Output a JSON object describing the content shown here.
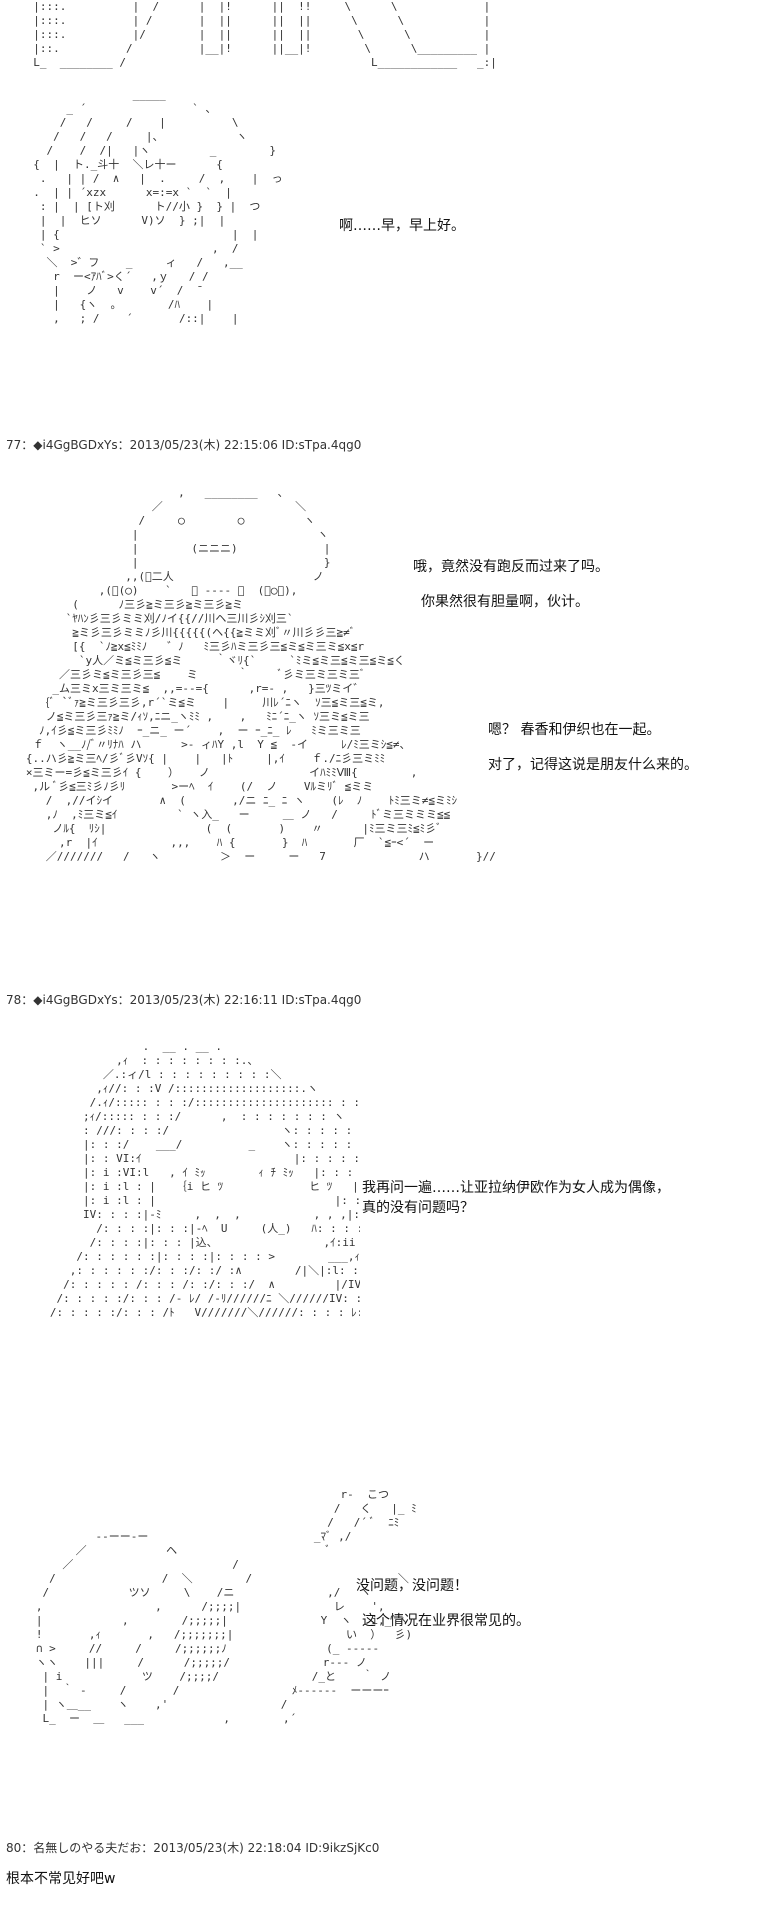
{
  "posts": [
    {
      "id": "top",
      "art": "  |:::.          |  /      |  |!      ||  !!     \\      \\             |\n  |:::.          | /       |  ||      ||  ||      \\      \\            |\n  |:::.          |/        |  ||      ||  ||       \\      \\           |\n  |::.          /          |__|!      ||__|!        \\      \\_________ |\n  L_  ________ /                                     L____________   _:|",
      "lines": []
    },
    {
      "id": "p1",
      "art": "                 _____\n       _ ´                ` 、\n      /   /     /    |          \\\n     /   /   /     |、           ヽ\n    /    /  /|   |ヽ         _        }\n  {  |  ト._斗十  ＼レ十ー      {\n   .   | | /  ∧   |  .     /  ,    |  っ\n  .  | | ´xzx      x=:=x `  `  |\n   : |  | [ト刈      ト//小 }  } |  つ\n   |  |  ヒソ      V)ソ  } ;|  |\n   | {                          |  |\n   ` >                       ,  /\n    ＼  >゛フ    _     ィ   /   ,__\n     r  ー<ｱﾊﾞ>く´   ,ｙ   / /\n     |    ノ   v    v´  /  ̄\n     |   {ヽ  。       /ﾊ    |\n     ,   ; /    ´       /::|    |",
      "lines": [
        "啊……早，早上好。"
      ]
    },
    {
      "id": "p2",
      "header": "77：◆i4GgBGDxYs：2013/05/23(木) 22:15:06 ID:sTpa.4qg0",
      "art": "                          ,   ________   、\n                      ／                    ＼\n                    /     ◯        ◯         ヽ\n                   |                           ヽ\n                   |        (ニニニ)             |\n                   |                            }\n                  ,,(ﾞ二人                     ノ\n              ,(ﾞ(◯)    `   ー ---- ー  (ﾞ◯ﾞ),\n          (      ﾉ三彡≧ミ三彡≧ミ三彡≧ミ\n         `ﾔﾊﾝ彡三彡ミミ刈/ﾉイ{{//川ヘ三川彡ｼ刈三`\n          ≧ミ彡三彡ミミﾉ彡川{{{{{(ヘ{{≧ミミ刈ﾞ〃川彡彡三≧≠ﾞ\n          [{  `ﾉ≧x≦ﾐﾐﾉ   ゛ﾉ   ﾐ三彡ﾊミ三彡三≦ミ≦ミ三ミ≦x≦r\n           `y人／ミ≦ミ三彡≦ミ     ｀ヾﾘ{`     `ﾐミ≦ミ三≦ミ三≦ミ≦く\n        ／三彡ミ≦ミ三彡三≦    ミ      ｀     ﾞ彡ミ三ミ三ミ三ﾞ\n       _ム三ミx三ミ三ミ≦  ,,=--={      ,r=- ,   }三ﾂミイ゛\n      {ﾞ `ﾞｧ≧ミ三彡三彡,r´`ミ≦ミ    |     川ﾚ´ﾆヽ  ｿ三≦ミ三≦ミ,\n      ノ≦ミ三彡三ｧ≧ミ/ｨｿ,ﾆニ_ヽﾐﾐ ,    ,   ﾐﾆ´ﾆ_ヽ ｿ三ミ≦ミ三\n     ﾉ,ｲ彡≦ミ三彡ﾐﾐﾉ  ｰ_ニ_ ー´    ,  ー ｰ_ﾆ_ ﾚ   ﾐミ三ミ三\n    ｆ  ヽ__ﾉ/ﾞ〃ﾘﾅﾊ ハ      >- ィﾊY ,l  Y ≦  -イ     ﾚ/ﾐ三ミｼ≦≠、\n   {..ハ彡≧ミ三ﾍ/彡ﾞ彡Vｿ{ |    |   |ﾄ     |,ｲ    ｆ./ﾆ彡三ミﾐﾐ\n   ×三ミー=彡≦ミ三彡ｲ {    ）   ノ               イﾊﾐﾐⅧ{        ,\n    ,ル ﾞ彡≦三ﾐ彡ﾉ彡ﾘ       >ーﾍ  ｲ    (/  ノ    Vﾙミﾘﾞ ≦ミミ\n      /  ,//イｼイ       ∧  (       ,/ニ ﾆ_ ﾆ ヽ    (ﾚ  ﾉ    ﾄﾐ三ミ≠≦ミﾐｼ\n      ,ﾉ  ,ﾐ三ミ≦ｲ         ` ヽ入_   ー     ＿ ノ   /     ﾄﾞミ三ミミミ≦≦\n       ノﾙ{  ﾘｼ|               (  (       )    〃      |ﾐ三ミ三ﾐ≦ﾐ彡ﾞ\n        ,r  |ｲ           ,,,    ﾊ {       }  ﾊ       厂  `≦ｰ<´  ー\n      ／///////   /   ヽ         ＞  ー     ー   7              ハ       }/////＞、",
      "lines": [
        "哦，竟然没有跑反而过来了吗。",
        "你果然很有胆量啊，伙计。",
        "嗯？ 春香和伊织也在一起。",
        "对了，记得这说是朋友什么来的。"
      ]
    },
    {
      "id": "p3",
      "header": "78：◆i4GgBGDxYs：2013/05/23(木) 22:16:11 ID:sTpa.4qg0",
      "art": "                 .  __ . __ .\n             ,ｨ  : : : : : : : :.、\n           ／.:ィ/l : : : : : : : : :＼\n          ,ｨ//: : :V /:::::::::::::::::::.ヽ\n         /.ｨ/::::: : : :/::::::::::::::::::::: : : ＼\n        ;ｨ/::::: : : :/      ,  : : : : : : : ヽ\n        : ///: : : :/                 ヽ: : : : : :\n        |: : :/    ___/          _    ヽ: : : : : :\n        |: : VI:ｲ                       |: : : : : :i\n        |: i :VI:l   , ｲ ﾐｯ        ｨ ﾁ ﾐｯ   |: : : : : :|\n        |: i :l : |   ｛i ヒ ﾂ             ヒ ﾂ   |: : : : : :{\n        |: i :l : |                           |: : : : : :|\n        IV: : : :|-ﾐ     ,  ,  ,           , , ,|: : : : : :|\n          /: : : :|: : :|-ﾍ  U     (人_)   ﾊ: : : :-\n         /: : : :|: : : |込、                ,ｲ:ii :ﾊ : :l\n       /: : : : : :|: : : :|: : : : >        ___,ｨ '' <::|: : : ; : :\n      ,: : : : : :/: : :/: :/ :∧        /|＼|:l: : : : : :\n     /: : : : : /: : : /: :/: : :/  ∧         |/IV: :| : : : : ,\n    /: : : : :/: : : /- ﾚ/ /‐ﾘ//////ﾆ ＼//////IV: : : : :.\n   /: : : : :/: : : /ﾄ   V///////＼//////: : : : ﾚ: :.ヽ",
      "lines": [
        "我再问一遍……让亚拉纳伊欧作为女人成为偶像，",
        "真的没有问题吗？"
      ]
    },
    {
      "id": "p4",
      "art": "                                                 r‐  こつ\n                                                /   く   |_ ﾐ\n                                               /   /´ ﾞ  ﾆﾐ\n            ‐‐ーー‐ー                         _ﾏﾞ ,/\n         ／            ヘ                       ﾞ\n       ／                        /\n     /                /  ＼        /                      ＼\n    /            ツソ     \\    /ニ              ,/   ヽ\n   ,                 ,      /;;;;|              レ    ',\n   |            ,        /;;;;;|              Y  ヽ   i,_ ヽ\n   !       ,ｨ       ,   /;;;;;;;|                 い  ）  彡)\n   ∩ >     //     /     /;;;;;;ﾉ               (_ ---‐-\n   ヽヽ    |||     /      /;;;;;/              r--- ノ\n    | i            ツ    /;;;;/              /_と    ｀ ノ\n    |  ｀ -     /       /                 ﾒ------  ーーーｰ\n    | ヽ＿__    ヽ    ,'                 /\n    L_  ー  ＿   ___            ,        ,´",
      "lines": [
        "没问题，没问题！",
        "这个情况在业界很常见的。"
      ]
    },
    {
      "id": "p5",
      "header": "80：名無しのやる夫だお：2013/05/23(木) 22:18:04 ID:9ikzSjKc0",
      "text": "根本不常见好吧w"
    }
  ]
}
